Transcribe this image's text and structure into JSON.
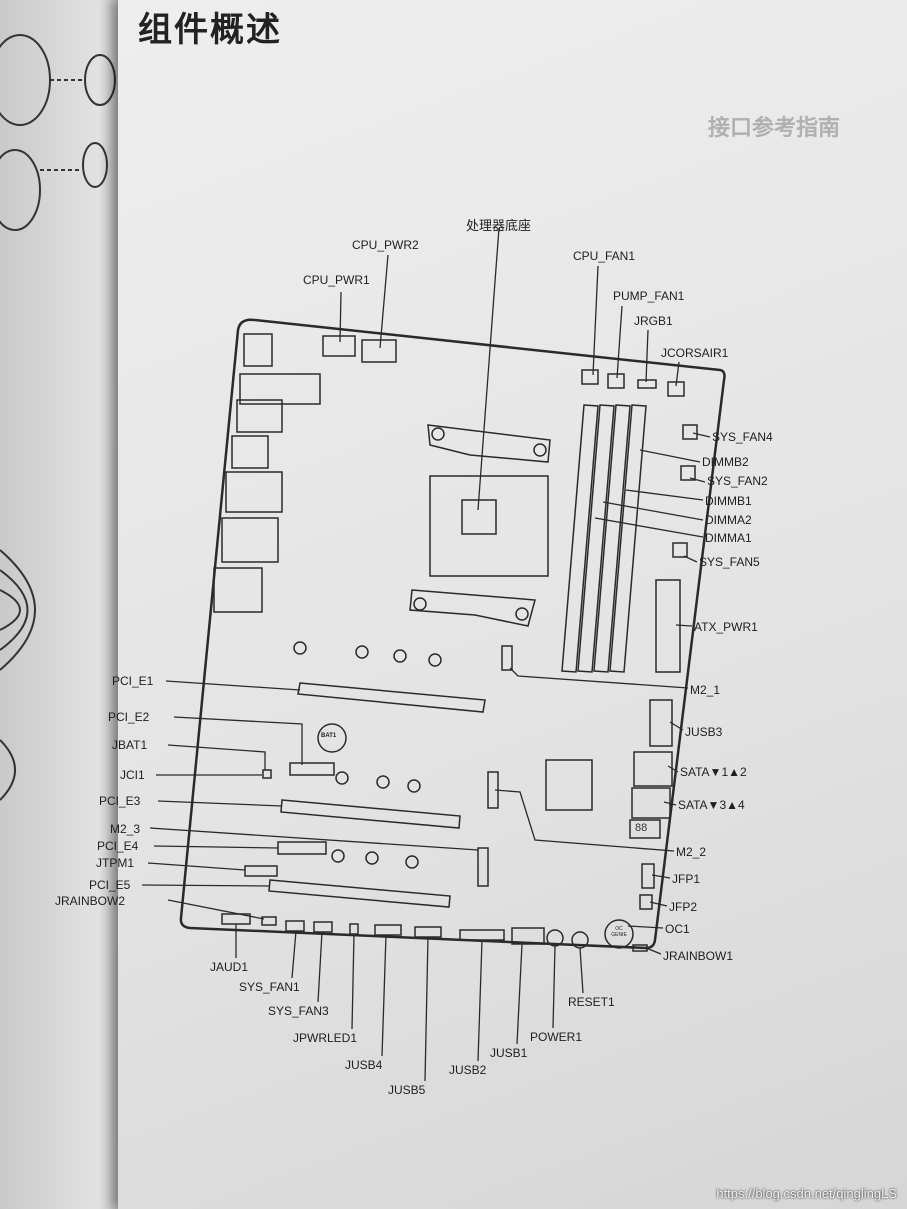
{
  "page": {
    "section_title": "组件概述",
    "ghost_title": "接口参考指南",
    "watermark": "https://blog.csdn.net/qinglingLS"
  },
  "board": {
    "socket_label": "处理器底座",
    "bat_label": "BAT1",
    "oc_badge": "OC GENIE",
    "debug_display": "88",
    "components_top": [
      "CPU_PWR2",
      "CPU_PWR1",
      "CPU_FAN1",
      "PUMP_FAN1",
      "JRGB1",
      "JCORSAIR1"
    ],
    "components_right": [
      "SYS_FAN4",
      "DIMMB2",
      "SYS_FAN2",
      "DIMMB1",
      "DIMMA2",
      "DIMMA1",
      "SYS_FAN5",
      "ATX_PWR1",
      "M2_1",
      "JUSB3",
      "SATA▼1▲2",
      "SATA▼3▲4",
      "M2_2",
      "JFP1",
      "JFP2",
      "OC1",
      "JRAINBOW1"
    ],
    "components_left": [
      "PCI_E1",
      "PCI_E2",
      "JBAT1",
      "JCI1",
      "PCI_E3",
      "M2_3",
      "PCI_E4",
      "JTPM1",
      "PCI_E5",
      "JRAINBOW2"
    ],
    "components_bottom": [
      "JAUD1",
      "SYS_FAN1",
      "SYS_FAN3",
      "JPWRLED1",
      "JUSB4",
      "JUSB5",
      "JUSB2",
      "JUSB1",
      "POWER1",
      "RESET1"
    ]
  }
}
